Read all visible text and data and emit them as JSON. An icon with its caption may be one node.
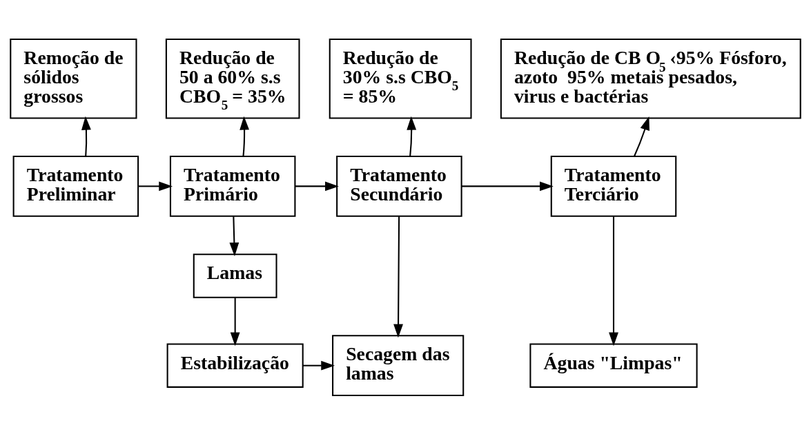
{
  "diagram": {
    "nodes": [
      {
        "text": [
          "Remoção de sólidos grossos"
        ]
      },
      {
        "text": [
          "Redução de 50 a 60% s.s CBO$_{5}$ = 35%"
        ]
      },
      {
        "text": [
          "Redução de 30% s.s CBO$_{5}$ = 85%"
        ]
      },
      {
        "text": [
          "Redução de CB O$_{5}$ ‹95% Fósforo, azoto  95% metais pesados, virus e bactérias"
        ]
      },
      {
        "text": [
          "Tratamento Preliminar"
        ]
      },
      {
        "text": [
          "Tratamento Primário"
        ]
      },
      {
        "text": [
          "Tratamento Secundário"
        ]
      },
      {
        "text": [
          "Tratamento Terciário"
        ]
      },
      {
        "text": [
          "Lamas"
        ]
      },
      {
        "text": [
          "Estabilização"
        ]
      },
      {
        "text": [
          "Secagem das lamas"
        ]
      },
      {
        "text": [
          "Águas \"Limpas\""
        ]
      }
    ],
    "edges": [
      {
        "from": 4,
        "to": 0,
        "arrow": "to"
      },
      {
        "from": 5,
        "to": 1,
        "arrow": "to"
      },
      {
        "from": 6,
        "to": 2,
        "arrow": "to"
      },
      {
        "from": 7,
        "to": 3,
        "arrow": "to"
      },
      {
        "from": 4,
        "to": 5,
        "arrow": "to"
      },
      {
        "from": 5,
        "to": 6,
        "arrow": "to"
      },
      {
        "from": 6,
        "to": 7,
        "arrow": "to"
      },
      {
        "from": 5,
        "to": 8,
        "arrow": "to"
      },
      {
        "from": 8,
        "to": 9,
        "arrow": "to"
      },
      {
        "from": 6,
        "to": 10,
        "arrow": "to"
      },
      {
        "from": 9,
        "to": 10,
        "arrow": "to"
      },
      {
        "from": 7,
        "to": 11,
        "arrow": "to"
      }
    ]
  }
}
